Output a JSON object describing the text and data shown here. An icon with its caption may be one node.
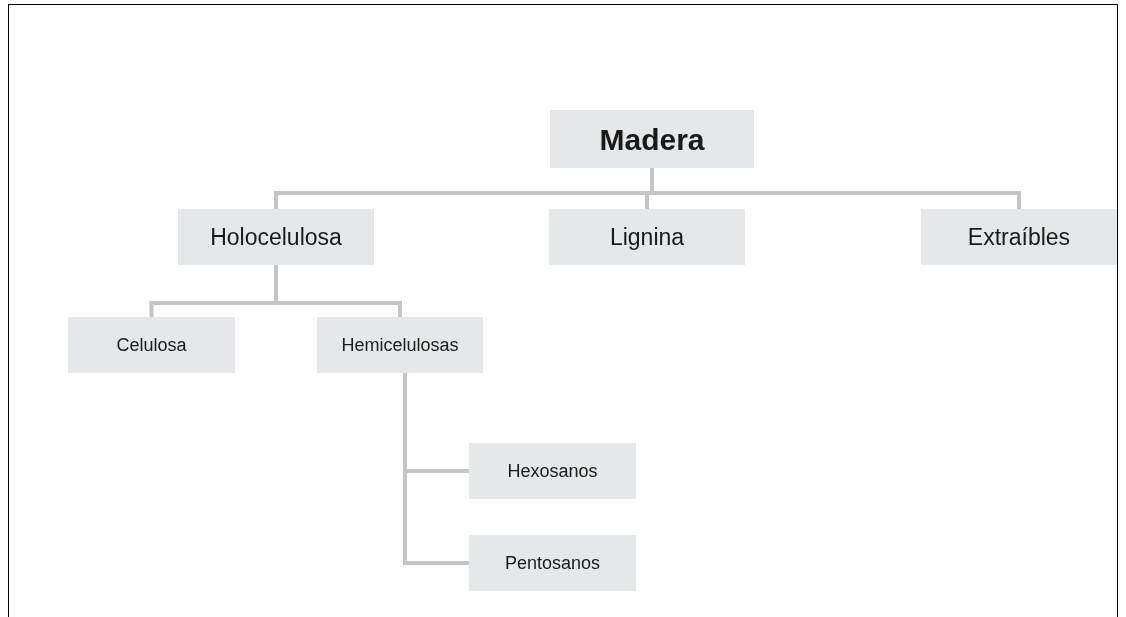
{
  "diagram": {
    "nodes": [
      {
        "text": [
          "Madera"
        ]
      },
      {
        "text": [
          "Holocelulosa"
        ]
      },
      {
        "text": [
          "Lignina"
        ]
      },
      {
        "text": [
          "Extraíbles"
        ]
      },
      {
        "text": [
          "Celulosa"
        ]
      },
      {
        "text": [
          "Hemicelulosas"
        ]
      },
      {
        "text": [
          "Hexosanos"
        ]
      },
      {
        "text": [
          "Pentosanos"
        ]
      }
    ],
    "edges": [
      {
        "from": 0,
        "to": 1,
        "arrow": "none"
      },
      {
        "from": 0,
        "to": 2,
        "arrow": "none"
      },
      {
        "from": 0,
        "to": 3,
        "arrow": "none"
      },
      {
        "from": 1,
        "to": 4,
        "arrow": "none"
      },
      {
        "from": 1,
        "to": 5,
        "arrow": "none"
      },
      {
        "from": 5,
        "to": 6,
        "arrow": "none"
      },
      {
        "from": 5,
        "to": 7,
        "arrow": "none"
      }
    ]
  }
}
